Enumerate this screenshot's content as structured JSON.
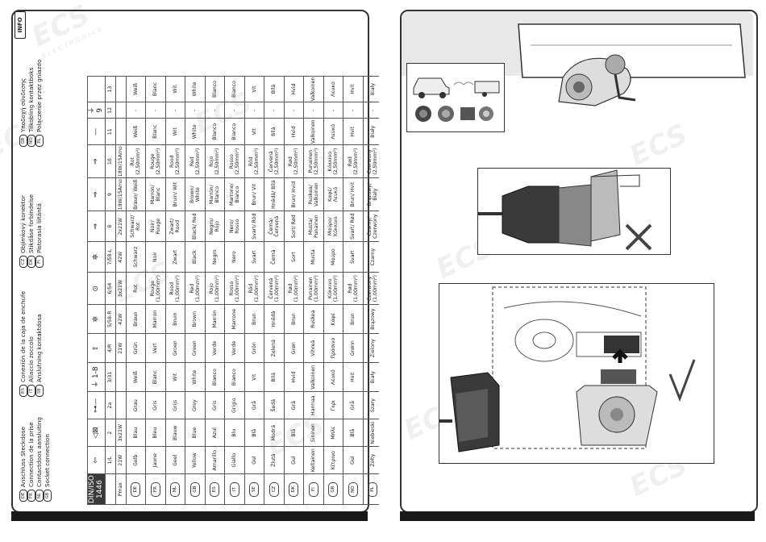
{
  "watermark": {
    "brand": "ECS",
    "sub": "ELECTRONICS"
  },
  "info_tab": "INFO",
  "legend": [
    [
      {
        "code": "DE",
        "text": "Anschluss Steckdose"
      },
      {
        "code": "FR",
        "text": "Connection de la prise"
      },
      {
        "code": "NL",
        "text": "Contactdoos aansluiting"
      },
      {
        "code": "GB",
        "text": "Socket connection"
      }
    ],
    [
      {
        "code": "ES",
        "text": "Conexión de la caja de enchufe"
      },
      {
        "code": "IT",
        "text": "Allaccio zoccolo"
      },
      {
        "code": "SE",
        "text": "Anslutning kontaktdosa"
      }
    ],
    [
      {
        "code": "CZ",
        "text": "Objímkový konektor"
      },
      {
        "code": "DK",
        "text": "Stikdåse forbindelse"
      },
      {
        "code": "FI",
        "text": "Pistorasia liitäntä"
      }
    ],
    [
      {
        "code": "GR",
        "text": "Υποδοχή σύνδεσης"
      },
      {
        "code": "NO",
        "text": "Tilkobling kontaktboks"
      },
      {
        "code": "PL",
        "text": "Połączenie przez gniazdo"
      }
    ]
  ],
  "table": {
    "din_label": "DIN/ISO 1446",
    "pmax_label": "Pmax",
    "icons": [
      "⇦",
      "◁⊠",
      "⊶—",
      "⏚ 1-8",
      "⇧",
      "✲",
      "⊙",
      "✲",
      "⇒",
      "⇒",
      "⇒",
      "—",
      "⏚ 9"
    ],
    "pins": [
      "1/L",
      "2",
      "2a",
      "3/31",
      "4/R",
      "5/58-R",
      "6/54",
      "7/58-L",
      "8",
      "9",
      "10",
      "11",
      "12",
      "13"
    ],
    "pmax": [
      "21W",
      "3x21W",
      "",
      "",
      "21W",
      "42W",
      "3x21W",
      "42W",
      "2x21W",
      "18W/15Amo",
      "18W/15Amo",
      "",
      "",
      ""
    ],
    "rows": [
      {
        "code": "DE",
        "cells": [
          "Gelb",
          "Blau",
          "Grau",
          "Weiß",
          "Grün",
          "Braun",
          "Rot",
          "Schwarz",
          "Schwarz/ Rot",
          "Braun/ Weiß",
          "Rot (2,50mm²)",
          "Weiß",
          "-",
          "Weiß"
        ]
      },
      {
        "code": "FR",
        "cells": [
          "Jaune",
          "Bleu",
          "Gris",
          "Blanc",
          "Vert",
          "Marron",
          "Rouge (1,00mm²)",
          "Noir",
          "Noir/ Rouge",
          "Marron/ Blanc",
          "Rouge (2,50mm²)",
          "Blanc",
          "-",
          "Blanc"
        ]
      },
      {
        "code": "NL",
        "cells": [
          "Geel",
          "Blauw",
          "Grijs",
          "Wit",
          "Groen",
          "Bruin",
          "Rood (1,00mm²)",
          "Zwart",
          "Zwart/ Rood",
          "Bruin/ Wit",
          "Rood (2,50mm²)",
          "Wit",
          "-",
          "Wit"
        ]
      },
      {
        "code": "GB",
        "cells": [
          "Yellow",
          "Blue",
          "Grey",
          "White",
          "Green",
          "Brown",
          "Red (1,00mm²)",
          "Black",
          "Black/ Red",
          "Brown/ White",
          "Red (2,50mm²)",
          "White",
          "-",
          "White"
        ]
      },
      {
        "code": "ES",
        "cells": [
          "Amarillo",
          "Azul",
          "Gris",
          "Blanco",
          "Verde",
          "Marrón",
          "Rojo (1,00mm²)",
          "Negro",
          "Negro/ Rojo",
          "Marrón/ Blanco",
          "Rojo (2,50mm²)",
          "Blanco",
          "-",
          "Blanco"
        ]
      },
      {
        "code": "IT",
        "cells": [
          "Giallo",
          "Blu",
          "Grigio",
          "Bianco",
          "Verde",
          "Marrone",
          "Rosso (1,00mm²)",
          "Nero",
          "Nero/ Rosso",
          "Marrone/ Bianco",
          "Rosso (2,50mm²)",
          "Bianco",
          "-",
          "Bianco"
        ]
      },
      {
        "code": "SE",
        "cells": [
          "Gul",
          "Blå",
          "Grå",
          "Vit",
          "Grön",
          "Brun",
          "Röd (1,00mm²)",
          "Svart",
          "Svart/ Röd",
          "Brun/ Vit",
          "Röd (2,50mm²)",
          "Vit",
          "-",
          "Vit"
        ]
      },
      {
        "code": "CZ",
        "cells": [
          "Žlutá",
          "Modrá",
          "Šedá",
          "Bílá",
          "Zelená",
          "Hnědá",
          "Červená (1,00mm²)",
          "Černá",
          "Černá/ Červená",
          "Hnědá/ Bílá",
          "Červená (2,50mm²)",
          "Bílá",
          "-",
          "Bílá"
        ]
      },
      {
        "code": "DK",
        "cells": [
          "Gul",
          "Blå",
          "Grå",
          "Hvid",
          "Grøn",
          "Brun",
          "Rød (1,00mm²)",
          "Sort",
          "Sort/ Rød",
          "Brun/ Hvid",
          "Rød (2,50mm²)",
          "Hvid",
          "-",
          "Hvid"
        ]
      },
      {
        "code": "FI",
        "cells": [
          "Keltainen",
          "Sininen",
          "Harmaa",
          "Valkoinen",
          "Vihreä",
          "Ruskea",
          "Punainen (1,00mm²)",
          "Musta",
          "Musta/ Punainen",
          "Ruskea/ Valkoinen",
          "Punainen (2,50mm²)",
          "Valkoinen",
          "-",
          "Valkoinen"
        ]
      },
      {
        "code": "GR",
        "cells": [
          "Κίτρινο",
          "Μπλε",
          "Γκρι",
          "Λευκό",
          "Πράσινο",
          "Καφέ",
          "Κόκκινο (1,00mm²)",
          "Μαύρο",
          "Μαύρο/ Κόκκινο",
          "Καφέ/ Λευκό",
          "Κόκκινο (2,50mm²)",
          "Λευκό",
          "-",
          "Λευκό"
        ]
      },
      {
        "code": "NO",
        "cells": [
          "Gul",
          "Blå",
          "Grå",
          "Hvit",
          "Grønn",
          "Brun",
          "Rød (1,00mm²)",
          "Svart",
          "Svart/ Rød",
          "Brun/ Hvit",
          "Rød (2,50mm²)",
          "Hvit",
          "-",
          "Hvit"
        ]
      },
      {
        "code": "PL",
        "cells": [
          "Żółty",
          "Niebieski",
          "Szary",
          "Biały",
          "Zielony",
          "Brązowy",
          "Czerwony (1,00mm²)",
          "Czarny",
          "Czarny/ Czerwony",
          "Brązowy/ Biały",
          "Czerwony (2,50mm²)",
          "Biały",
          "-",
          "Biały"
        ]
      }
    ]
  }
}
